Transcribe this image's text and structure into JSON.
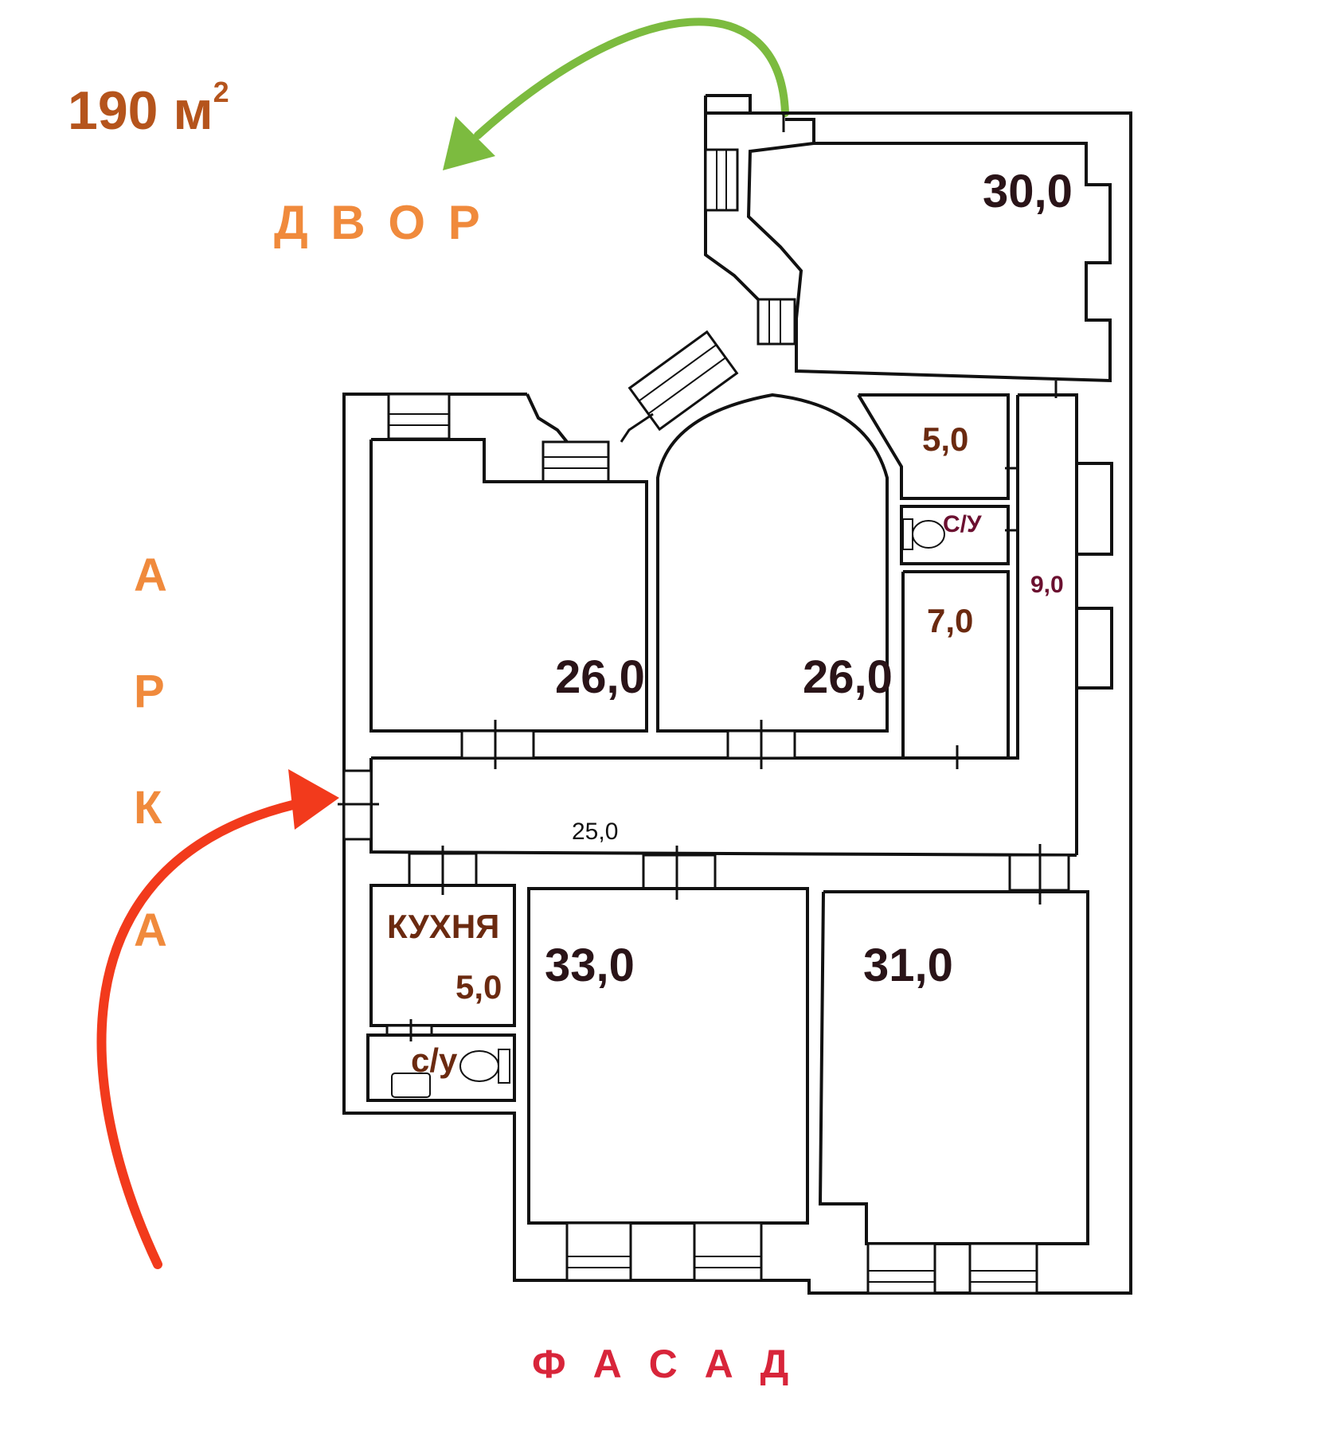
{
  "total_area": {
    "number": "190 м",
    "sup": "2"
  },
  "compass": {
    "top": "Д В О Р",
    "left": [
      "А",
      "Р",
      "К",
      "А"
    ],
    "bottom": "Ф А С А Д"
  },
  "rooms": {
    "r_top_right": "30,0",
    "r_small_5": "5,0",
    "r_wc_upper": "С/У",
    "r_corridor_right": "9,0",
    "r_store_7": "7,0",
    "r_left_26": "26,0",
    "r_mid_26": "26,0",
    "r_corridor_main": "25,0",
    "r_kitchen": "КУХНЯ",
    "r_kitchen_area": "5,0",
    "r_wc_lower": "с/у",
    "r_bottom_33": "33,0",
    "r_bottom_31": "31,0"
  },
  "colors": {
    "orange": "#f08a3c",
    "brown": "#b5541c",
    "red_label": "#d8253a",
    "red_arrow": "#f23a1c",
    "green_arrow": "#7cbb3f",
    "wall": "#111111"
  }
}
